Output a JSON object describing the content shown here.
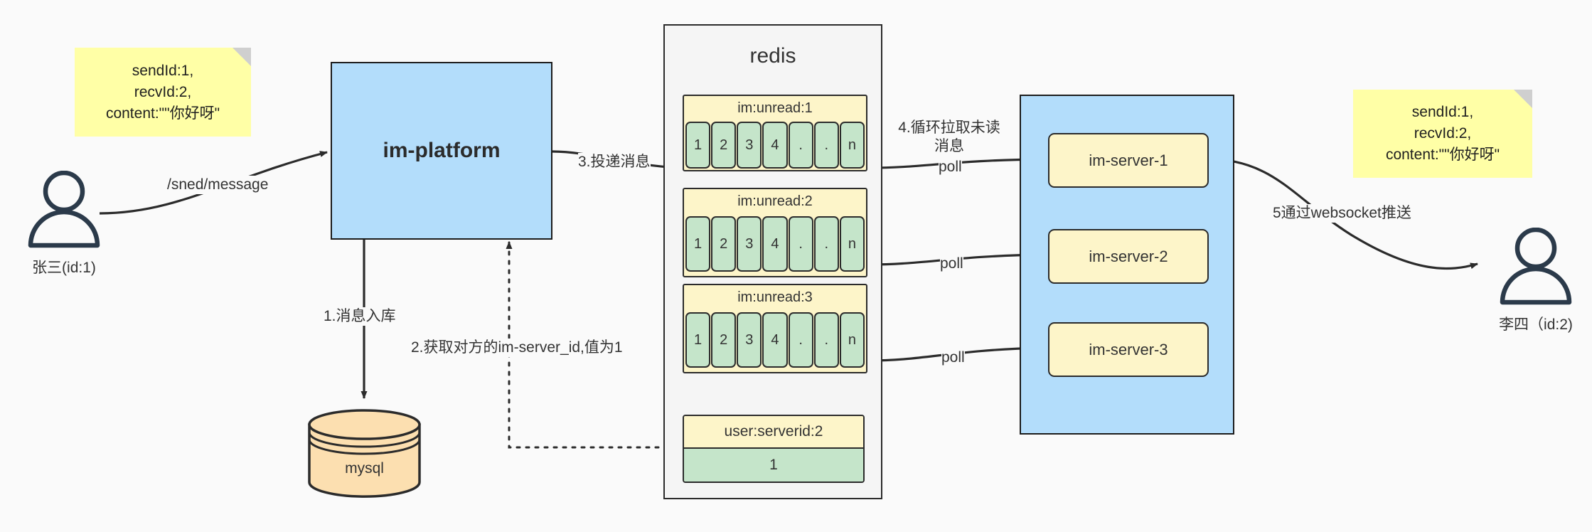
{
  "diagram": {
    "title": "IM message flow",
    "colors": {
      "note": "#ffffa6",
      "blue": "#b3ddfb",
      "yellow": "#fdf5c9",
      "green": "#c5e5ca",
      "orange": "#fcdfb0",
      "stroke": "#2b2b2b",
      "background": "#fafafa"
    }
  },
  "notes": {
    "left": "sendId:1,\nrecvId:2,\ncontent:\"\"你好呀\"",
    "right": "sendId:1,\nrecvId:2,\ncontent:\"\"你好呀\""
  },
  "actors": {
    "sender": {
      "label": "张三(id:1)",
      "icon": "user-icon"
    },
    "receiver": {
      "label": "李四（id:2)",
      "icon": "user-icon"
    }
  },
  "nodes": {
    "platform": {
      "label": "im-platform"
    },
    "mysql": {
      "label": "mysql",
      "icon": "database-icon"
    },
    "redis": {
      "label": "redis"
    },
    "server_group": [
      {
        "label": "im-server-1"
      },
      {
        "label": "im-server-2"
      },
      {
        "label": "im-server-3"
      }
    ]
  },
  "redis_keys": [
    {
      "name": "im:unread:1",
      "cells": [
        "1",
        "2",
        "3",
        "4",
        ".",
        ".",
        "n"
      ]
    },
    {
      "name": "im:unread:2",
      "cells": [
        "1",
        "2",
        "3",
        "4",
        ".",
        ".",
        "n"
      ]
    },
    {
      "name": "im:unread:3",
      "cells": [
        "1",
        "2",
        "3",
        "4",
        ".",
        ".",
        "n"
      ]
    }
  ],
  "redis_kv": {
    "key": "user:serverid:2",
    "value": "1"
  },
  "edges": {
    "send_message": "/sned/message",
    "step1": "1.消息入库",
    "step2": "2.获取对方的im-server_id,值为1",
    "step3": "3.投递消息",
    "step4": "4.循环拉取未读消息",
    "poll1": "poll",
    "poll2": "poll",
    "poll3": "poll",
    "step5": "5通过websocket推送"
  }
}
